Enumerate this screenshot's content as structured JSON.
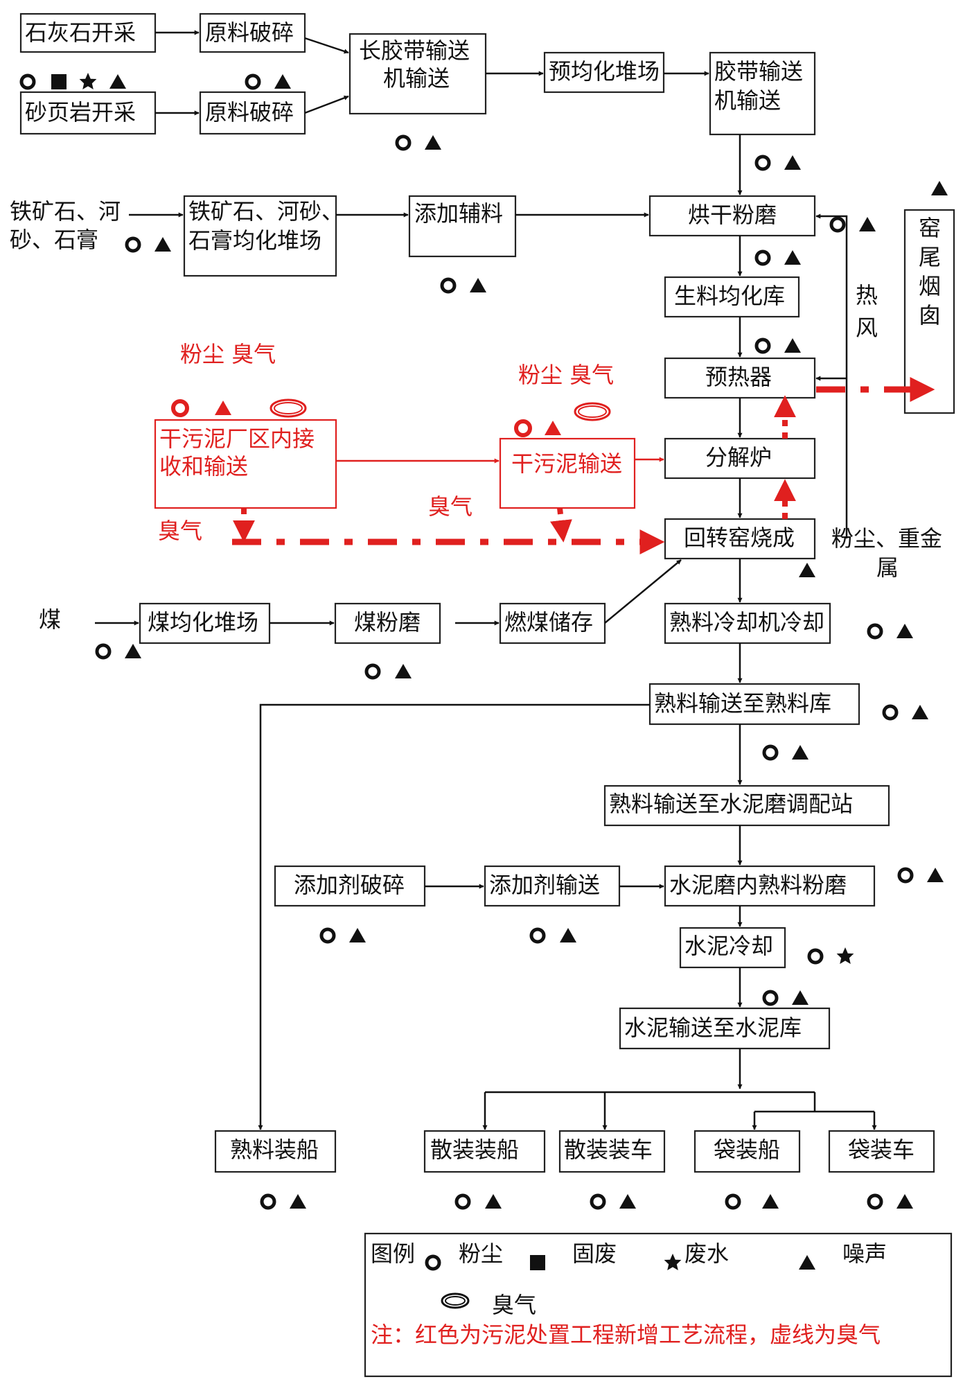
{
  "nodes": {
    "limestone_mining": "石灰石开采",
    "raw_crush_1": "原料破碎",
    "shale_mining": "砂页岩开采",
    "raw_crush_2": "原料破碎",
    "long_belt": [
      "长胶带输送",
      "机输送"
    ],
    "prehomog_yard": "预均化堆场",
    "belt_conveyor": [
      "胶带输送",
      "机输送"
    ],
    "iron_input": [
      "铁矿石、河",
      "砂、石膏"
    ],
    "iron_yard": [
      "铁矿石、河砂、",
      "石膏均化堆场"
    ],
    "add_aux": "添加辅料",
    "dry_grind": "烘干粉磨",
    "raw_homog": "生料均化库",
    "preheater": "预热器",
    "calciner": "分解炉",
    "kiln": "回转窑烧成",
    "kiln_stack": [
      "窑",
      "尾",
      "烟",
      "囱"
    ],
    "hot_air": [
      "热",
      "风"
    ],
    "dust_metal": [
      "粉尘、重金",
      "属"
    ],
    "sludge_receive": [
      "干污泥厂区内接",
      "收和输送"
    ],
    "sludge_convey": "干污泥输送",
    "coal_input": "煤",
    "coal_yard": "煤均化堆场",
    "coal_mill": "煤粉磨",
    "coal_store": "燃煤储存",
    "clinker_cool": "熟料冷却机冷却",
    "clinker_to_store": "熟料输送至熟料库",
    "clinker_to_station": "熟料输送至水泥磨调配站",
    "additive_crush": "添加剂破碎",
    "additive_convey": "添加剂输送",
    "cement_mill": "水泥磨内熟料粉磨",
    "cement_cool": "水泥冷却",
    "cement_to_store": "水泥输送至水泥库",
    "clinker_ship": "熟料装船",
    "bulk_ship": "散装装船",
    "bulk_truck": "散装装车",
    "bag_ship": "袋装船",
    "bag_truck": "袋装车"
  },
  "emission_labels": {
    "dust_odor_1": "粉尘  臭气",
    "dust_odor_2": "粉尘  臭气",
    "odor_1": "臭气",
    "odor_2": "臭气"
  },
  "legend": {
    "title": "图例",
    "dust": "粉尘",
    "solid_waste": "固废",
    "waste_water": "废水",
    "noise": "噪声",
    "odor": "臭气",
    "note": "注：红色为污泥处置工程新增工艺流程，虚线为臭气"
  },
  "colors": {
    "black": "#111111",
    "red": "#e0201f"
  },
  "icons": {
    "dust": "ring-icon",
    "solid_waste": "square-icon",
    "waste_water": "star-icon",
    "noise": "triangle-icon",
    "odor": "ellipse-icon"
  }
}
